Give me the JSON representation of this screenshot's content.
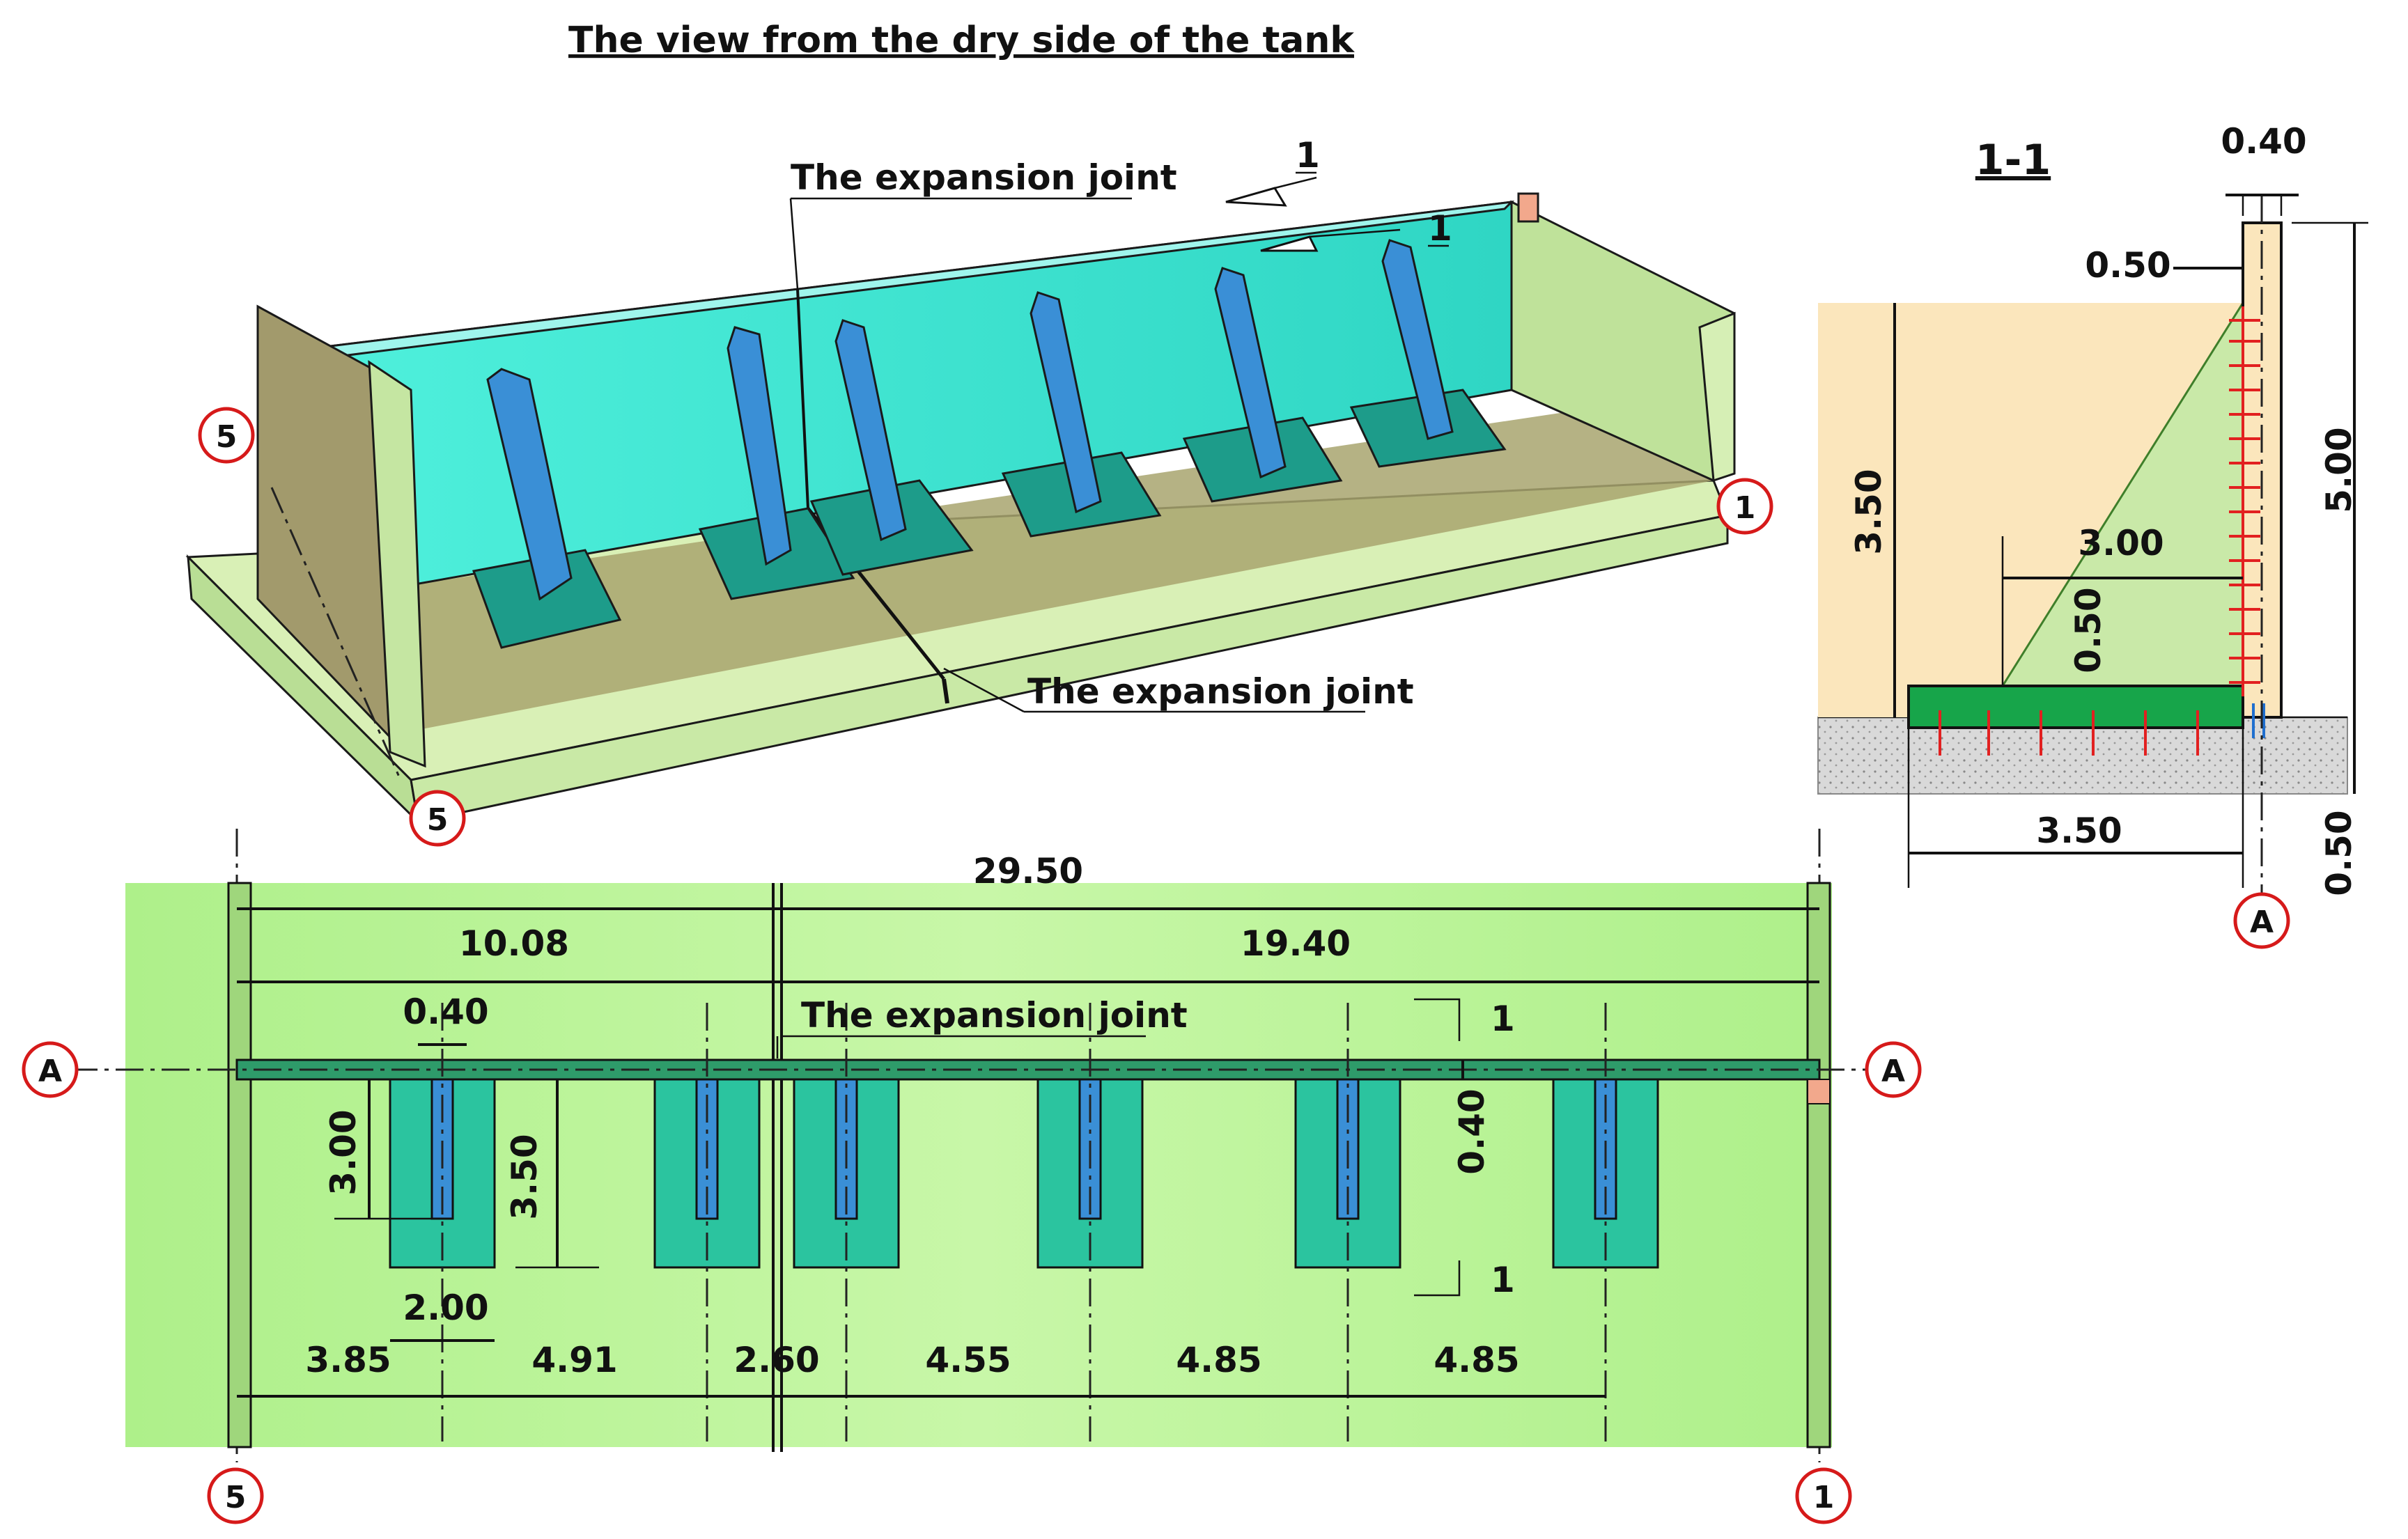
{
  "title": "The view from the dry side of the tank",
  "isometric": {
    "joint_label_top": "The expansion joint",
    "joint_label_bottom": "The expansion joint",
    "section_mark": "1",
    "axis_left_top": "5",
    "axis_left_bottom": "5",
    "axis_right": "1"
  },
  "section": {
    "title": "1-1",
    "wall_thickness": "0.40",
    "top_offset": "0.50",
    "wall_height": "5.00",
    "water_height": "3.50",
    "buttress_length": "3.00",
    "footing_thickness": "0.50",
    "footing_length": "3.50",
    "base_thickness": "0.50",
    "axis": "A"
  },
  "plan": {
    "total": "29.50",
    "left_part": "10.08",
    "right_part": "19.40",
    "rib_thickness": "0.40",
    "joint_label": "The expansion joint",
    "rib_length": "3.00",
    "footing_length": "3.50",
    "wall_thickness": "0.40",
    "footing_width": "2.00",
    "spacings": [
      "3.85",
      "4.91",
      "2.60",
      "4.55",
      "4.85",
      "4.85"
    ],
    "section_mark": "1",
    "axis_left": "A",
    "axis_right": "A",
    "axis_bottom_left": "5",
    "axis_bottom_right": "1"
  },
  "colors": {
    "plan_bg": "#c2f5a0",
    "wall_cyan": "#3fe6d2",
    "buttress_blue": "#3a8fd6",
    "footing_teal": "#2bb39a",
    "floor_green": "#d4efb0",
    "section_water": "#fbe6bc",
    "section_green": "#c9e9a8",
    "section_footing": "#17a54a",
    "section_ground": "#d8d8d8",
    "rebar_red": "#e22020",
    "marker_red": "#d61a1a"
  }
}
